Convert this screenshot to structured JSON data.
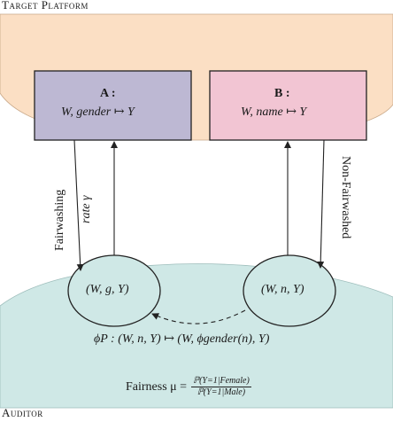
{
  "platform": {
    "title": "Target Platform",
    "box_a": {
      "title": "A :",
      "mapping": "W, gender ↦ Y"
    },
    "box_b": {
      "title": "B :",
      "mapping": "W, name ↦ Y"
    }
  },
  "auditor": {
    "title": "Auditor",
    "node_left": "(W, g, Y)",
    "node_right": "(W, n, Y)",
    "projection": "ϕP : (W, n, Y) ↦ (W, ϕgender(n), Y)",
    "fairness_label": "Fairness μ =",
    "fairness_numerator": "ℙ(Y=1|Female)",
    "fairness_denominator": "ℙ(Y=1|Male)"
  },
  "arrows": {
    "left_label_1": "Fairwashing",
    "left_label_2": "rate γ",
    "right_label": "Non-Fairwashed"
  },
  "colors": {
    "platform_fill": "#fbdfc4",
    "auditor_fill": "#cfe8e6",
    "box_a_fill": "#bdb8d3",
    "box_b_fill": "#f2c5d3"
  }
}
